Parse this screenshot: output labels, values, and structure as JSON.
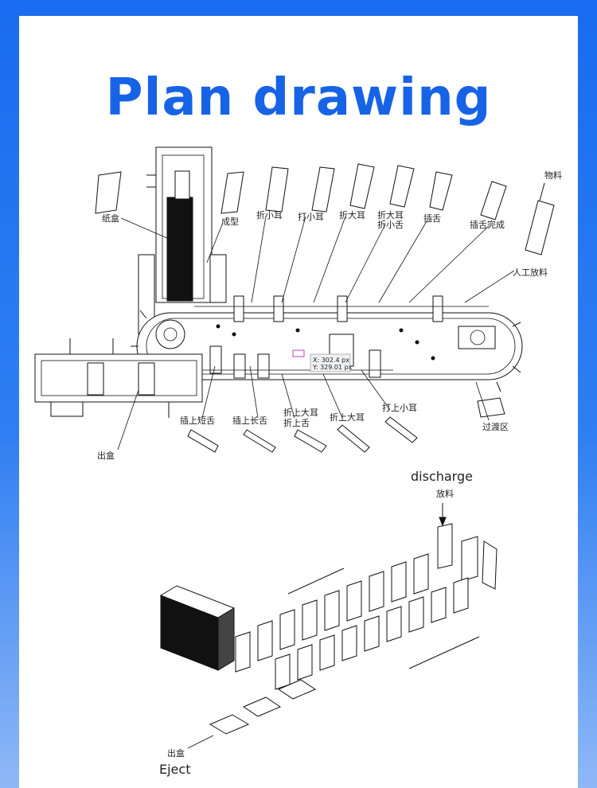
{
  "title": "Plan drawing",
  "cursor_readout": {
    "x": "X: 302.4 px",
    "y": "Y: 329.01 px"
  },
  "plan_labels": {
    "paper_box": "纸盒",
    "forming": "成型",
    "fold_small_ear": "折小耳",
    "hit_small_ear": "打小耳",
    "fold_big_ear": "折大耳",
    "fold_big_ear_2": "折大耳",
    "fold_small_tongue": "折小舌",
    "insert_tongue": "插舌",
    "insert_tongue_done": "插舌完成",
    "material": "物料",
    "manual_feed": "人工放料",
    "out_box": "出盒",
    "insert_upper_short_tongue": "插上短舌",
    "insert_upper_long_tongue": "插上长舌",
    "fold_upper_big_ear_a": "折上大耳",
    "fold_upper_tongue": "折上舌",
    "fold_upper_big_ear_b": "折上大耳",
    "hit_upper_small_ear": "打上小耳",
    "transition_zone": "过渡区"
  },
  "iso_labels": {
    "discharge_en": "discharge",
    "discharge_cn": "放料",
    "eject_cn": "出盒",
    "eject_en": "Eject"
  }
}
